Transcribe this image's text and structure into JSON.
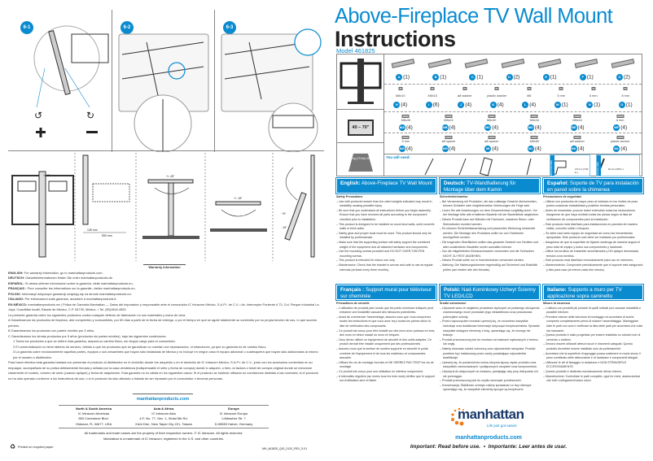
{
  "header": {
    "title": "Above-Fireplace TV Wall Mount",
    "subtitle": "Instructions",
    "model": "Model 461825"
  },
  "parts": {
    "screen_size": "40 – 70\"",
    "weight": "36 kg (79 lbs) MAX",
    "rows": [
      [
        {
          "id": "A",
          "qty": "(1)",
          "label": ""
        },
        {
          "id": "B",
          "qty": "(1)",
          "label": ""
        },
        {
          "id": "C",
          "qty": "(1)",
          "label": ""
        },
        {
          "id": "D",
          "qty": "(2)",
          "label": ""
        },
        {
          "id": "E",
          "qty": "(1)",
          "label": ""
        },
        {
          "id": "F",
          "qty": "(1)",
          "label": ""
        },
        {
          "id": "G",
          "qty": "(2)",
          "label": ""
        }
      ],
      [
        {
          "id": "H",
          "qty": "(4)",
          "label": "M8x10"
        },
        {
          "id": "I",
          "qty": "(6)",
          "label": "M6x10"
        },
        {
          "id": "J",
          "qty": "(4)",
          "label": "ø8 washer"
        },
        {
          "id": "K",
          "qty": "(4)",
          "label": "plastic washer"
        },
        {
          "id": "L",
          "qty": "(4)",
          "label": "M6"
        },
        {
          "id": "M",
          "qty": "(1)",
          "label": "5 mm"
        },
        {
          "id": "N",
          "qty": "(1)",
          "label": "6 mm"
        },
        {
          "id": "O",
          "qty": "(1)",
          "label": "8 mm"
        }
      ],
      [
        {
          "id": "MA",
          "qty": "(4)",
          "label": "M8x45"
        },
        {
          "id": "MB",
          "qty": "(4)",
          "label": "M8x22"
        },
        {
          "id": "MC",
          "qty": "(4)",
          "label": "M6x30"
        },
        {
          "id": "MD",
          "qty": "(4)",
          "label": "M6x16"
        },
        {
          "id": "ME",
          "qty": "(4)",
          "label": "M5x16"
        },
        {
          "id": "MF",
          "qty": "(4)",
          "label": "6 mm"
        }
      ],
      [
        {
          "id": "MG",
          "qty": "(4)",
          "label": "5 mm"
        },
        {
          "id": "MH",
          "qty": "(4)",
          "label": "ø5 spacer"
        },
        {
          "id": "MI",
          "qty": "(4)",
          "label": "ø8 spacer"
        },
        {
          "id": "MJ",
          "qty": "(4)",
          "label": "M8x60"
        },
        {
          "id": "MK",
          "qty": "(4)",
          "label": "ø8 washer"
        },
        {
          "id": "ML",
          "qty": "(4)",
          "label": "plastic anchor"
        }
      ]
    ],
    "you_will_need": "You will need:",
    "wood_stud": "Wood Stud Walls",
    "concrete": "Concrete Walls",
    "drill_wood": "3.5 mm (7/32 in.)",
    "drill_concrete": "10 mm (3/8 in.)"
  },
  "steps": [
    "6-1",
    "6-2",
    "6-3"
  ],
  "diagram_labels": {
    "tilt": "+/- 5°",
    "swivel1": "+/- 45°",
    "swivel2": "+/- 18°",
    "depth1": "135 mm",
    "depth2": "550 mm",
    "tilt_up": "+5°",
    "tilt_down": "-15°"
  },
  "languages": [
    {
      "lang": "English:",
      "title": "Above-Fireplace TV Wall Mount",
      "heading": "Safety Precautions",
      "items": [
        "Use with products heavier than the rated weights indicated may result in instability causing possible injury.",
        "Be sure that you understand all instructions before you begin assembly. Ensure that you have received all parts according to the component checklist prior to installation.",
        "This product is designed to be installed on wood stud walls, solid concrete walls or brick walls.",
        "Safety gear and proper tools must be used. This product should only be installed by professionals.",
        "Make sure that the supporting surface will safely support the combined weight of the equipment and all attached hardware and components.",
        "Use the mounting screws provided and DO NOT OVER-TIGHTEN mounting screws.",
        "This product is intended for indoor use only.",
        "Maintenance: Check that the bracket is secure and safe to use at regular intervals (at least every three months)."
      ]
    },
    {
      "lang": "Deutsch:",
      "title": "TV-Wandhalterung für Montage über dem Kamin",
      "heading": "Sicherheitshinweise",
      "items": [
        "Bei Verwendung mit Produkten, die das zulässige Gewicht überschreiten, können Schäden oder möglicherweise Verletzungen die Folge sein.",
        "Lesen Sie alle Anweisungen vor dem Zusammenbau sorgfältig durch. Vor der Montage bitte alle erhaltenen Bauteile mit der Bauteileliste abgleichen.",
        "Dieses Produkt kann auf Wänden mit Fachwerk, massiven Beton- oder Steinwänden montiert werden.",
        "Es müssen Sicherheitsausrüstung und passendes Werkzeug verwendet werden. Die Montage des Produktes sollte nur von Fachleuten durchgeführt werden.",
        "Die tragenden Oberflächen sollten das gesamte Gewicht von Geräten und allen zusätzlichen Bauteilen sicher aushalten können.",
        "Nur die mitgelieferten Einbauschrauben verwenden und die Schrauben NICHT ZU FEST ANZIEHEN.",
        "Dieses Produkt sollte nur in Innenbereichen verwendet werden.",
        "Wartung: Die Halterungsklammer regelmäßig auf Sicherheit und Stabilität prüfen (am besten alle drei Monate)."
      ]
    },
    {
      "lang": "Español:",
      "title": "Soporte de TV para instalación en pared sobre la chimenea",
      "heading": "Precauciones de seguridad",
      "items": [
        "Utilizar con productos de mayor peso al indicado en los límites de peso podría ocasionar inestabilidad y posibles heridas personales.",
        "Antes de ensamblar, procure haber entendido todas las instrucciones. Asegúrese de que haya recibido todas las piezas según la lista de verificación de componentes para la instalación.",
        "Este producto está diseñado para instalaciones en paredes de madera sólida, concreto sólido o bloques.",
        "Se debe usar tanto equipo de seguridad así como las herramientas apropiadas. Este producto solo debe ser instalado por profesionales.",
        "Asegúrese de que la superficie de fijación sostenga de manera segura el peso total de equipo y todos sus componentes y hardware.",
        "Utilice los tornillos de ensamble suministrados y NO aplique demasiada tensión a los tornillos.",
        "Este producto está diseñado exclusivamente para uso en interiores.",
        "Mantenimiento: Compruebe periódicamente que el soporte esté asegurado y listo para usar (al menos cada tres meses)."
      ]
    },
    {
      "lang": "Français :",
      "title": "Support mural pour téléviseur sur cheminée",
      "heading": "Précautions de sécurité",
      "items": [
        "L'utilisation de produits plus lourds que les poids nominaux indiqués peut entraîner une instabilité causant des blessures potentielles.",
        "Avant de commencer l'assemblage, assurez-vous que vous comprenez toutes les instructions et que vous avez reçu toutes les pièces selon la liste de vérification des composants.",
        "Ce produit est conçu pour être installé sur des murs avec poteaux en bois, des murs en béton massif ou murs en briques.",
        "Vous devez utiliser un équipement de sécurité et des outils adaptés. Ce produit devrait être installé uniquement par des professionnels.",
        "Assurez-vous que la surface de soutien supporte en sécurité le poids combiné de l'équipement et de tous les matériaux et composantes associés.",
        "Utilisez les vis de montage fournies et NE SERREZ PAS TROP les vis de montage.",
        "Ce produit est conçu pour une utilisation en intérieur uniquement.",
        "A intervalles réguliers (au moins tous les trois mois) vérifiez que le support est d'utilisation sûre et fiable."
      ]
    },
    {
      "lang": "Polski:",
      "title": "Nad-Kominkowy Uchwyt Ścienny TV LED/LCD",
      "heading": "Środki ostrożności",
      "items": [
        "Używanie wraz ze stojakiem produktów cięższych od podanego obciążenia znamionowego może prowadzić jego niestabilności oraz powodować potencjalne szkody.",
        "Przed rozpoczęciem montażu upewnij się, że rozumiesz wszystkie instrukcje oraz dodatkowe informacje dotyczące bezpieczeństwa. Sprawdź wszystkie dostępne elementy z listą, upewniając się, że niczego nie brakuje.",
        "Produkt przeznaczony jest do montażu na ścianach wykonanych z betonu lub cegły.",
        "Należy stosować odzież ochronną oraz odpowiednie narzędzia. Produkt powinien być instalowany przez osoby posiadające odpowiednie kwalifikacje.",
        "Upewnij się, że powierzchnia nośna utrzyma łączny ciężar produktu oraz wszystkich zamocowanych i podłączonych urządzeń oraz komponentów.",
        "Używaj śrub dołączonych do zestawu, pamiętając aby przy dokręcaniu ich nie przeciągać.",
        "Produkt przeznaczony jest do użytku wewnątrz pomieszczeń.",
        "Konserwacja: Stabilność uchwytu należy sprawdzać co trzy miesiące upewniając się, że wszystkie elementy łączące są bezpieczne."
      ]
    },
    {
      "lang": "Italiano:",
      "title": "Supporto a muro per TV applicazione sopra caminetto",
      "heading": "Misure di sicurezza",
      "items": [
        "L'utilizzo con prodotti più pesanti di quelli indicati può causare instabilità e possibili infortuni.",
        "Prendere visione delle istruzioni di montaggio ed accertarsi di averle comprese completamente prima di iniziare l'assemblaggio. Maneggiare tutte le parti con cura e verificare la lista delle parti per accertarsi che nulla sia mancante.",
        "Questo prodotto è stato progettato per essere installato su robusti muri di cemento o mattoni.",
        "Devono essere utilizzati attrezzi sicuri e strumenti adeguati. Questo prodotto dovrebbe essere installato solo da professionisti.",
        "Accertarsi che la superficie di appoggio possa sostenere in modo sicuro il peso combinato delle attrezzature e di hardware e componenti allegati.",
        "Utilizzare le viti di fissaggio in dotazione e NON STRINGERLE ECCESSIVAMENTE.",
        "Questo prodotto è destinato esclusivamente all'uso interno.",
        "Manutenzione: Controllare le parti complete, ogni tre mesi, assicurandosi che tutti i collegamenti siano sicuri."
      ]
    }
  ],
  "warranty": {
    "title": "Warranty Information",
    "lines": [
      {
        "k": "ENGLISH:",
        "v": " For warranty information, go to manhattanproducts.com."
      },
      {
        "k": "DEUTSCH:",
        "v": " Garantieinformationen finden Sie unter manhattanproducts.de."
      },
      {
        "k": "ESPAÑOL:",
        "v": " Si desea obtener información sobre la garantía, visite manhattanproducts.eu."
      },
      {
        "k": "FRANÇAIS :",
        "v": " Pour consulter les informations sur la garantie, visitez manhattanproducts.eu."
      },
      {
        "k": "POLSKI:",
        "v": " Informacje dotyczące gwarancji znajdują się na stronie manhattanproducts.eu."
      },
      {
        "k": "ITALIANO:",
        "v": " Per informazioni sulla garanzia, accedere a manhattanproducts.it."
      },
      {
        "k": "EN MÉXICO:",
        "v": " manhattanproducts.mx | Póliza de Garantía Manhattan — Datos del importador y responsable ante el consumidor IC Intracom México, S.A.P.I. de C.V. • Av. Interceptor Poniente # 73, Col. Parque Industrial La Joya, Cuautitlán Izcalli, Estado de México, C.P. 54730, México. • Tel. (55)1500-4500"
      }
    ],
    "intro": "La presente garantía cubre los siguientes productos contra cualquier defecto de fabricación en sus materiales y mano de obra.",
    "items": [
      "A  Garantizamos los productos de limpieza, aire comprimido y consumibles, por 60 días a partir de la fecha de entrega, o por el tiempo en que se agote totalmente su contenido por su propia función de uso, lo que suceda primero.",
      "B  Garantizamos los productos con partes móviles por 3 años.",
      "C  Garantizamos los demás productos por 5 años (productos sin partes móviles), bajo las siguientes condiciones:",
      "1  Todos los productos a que se refiere esta garantía, ampara su cambio físico, sin ningún cargo para el consumidor.",
      "2  El comercializador no tiene talleres de servicio, debido a que los productos que se garantizan no cuentan con reparaciones, ni refacciones, ya que su garantía es de cambio físico.",
      "3  La garantía cubre exclusivamente aquellas partes, equipos o sub-ensambles que hayan sido instaladas de fábrica y no incluye en ningún caso el equipo adicional o cualesquiera que hayan sido adicionados al mismo por el usuario o distribuidor."
    ],
    "closing": "Para hacer efectiva esta garantía bastará con presentar el producto al distribuidor en el domicilio donde fue adquirido o en el domicilio de IC Intracom México, S.A.P.I. de C.V., junto con los accesorios contenidos en su empaque, acompañado de su póliza debidamente llenada y sellada por la casa vendedora (indispensable el sello y fecha de compra) donde lo adquirió, o bien, la factura o ticket de compra original donde se mencione claramente el modelo, número de serie (cuando aplique) y fecha de adquisición. Esta garantía no es válida en los siguientes casos: Si el producto se hubiese utilizado en condiciones distintas a las normales; si el producto no ha sido operado conforme a los instructivos de uso; o si el producto ha sido alterado o tratado de ser reparado por el consumidor o terceras personas."
  },
  "footer_left": {
    "website": "manhattanproducts.com",
    "regions": [
      {
        "name": "North & South America",
        "l1": "IC Intracom Americas",
        "l2": "550 Commerce Blvd.",
        "l3": "Oldsmar, FL 34677, USA"
      },
      {
        "name": "Asia & Africa",
        "l1": "IC Intracom Asia",
        "l2": "4-F, No. 77, Sec. 1, Xintai 5th Rd.",
        "l3": "Xizhi Dist., New Taipei City 221, Taiwan"
      },
      {
        "name": "Europe",
        "l1": "IC Intracom Europe",
        "l2": "Löhbacher Str. 7",
        "l3": "D-58553 Halver, Germany"
      }
    ],
    "trademark": "All trademarks and trade names are the property of their respective owners. © IC Intracom. All rights reserved. Manhattan is a trademark of IC Intracom, registered in the U.S. and other countries.",
    "recycled": "Printed on recycled paper.",
    "doc_code": "MH_461825_QIG_0120_REV_5.01"
  },
  "footer_right": {
    "logo": "manhattan",
    "tagline": "Life just got easier.",
    "website": "manhattanproducts.com",
    "important": "Important: Read before use.  •  Importante: Leer antes de usar."
  },
  "colors": {
    "brand_blue": "#0a8bd0",
    "logo_navy": "#1b3a6b",
    "logo_orange": "#f07d1a"
  }
}
